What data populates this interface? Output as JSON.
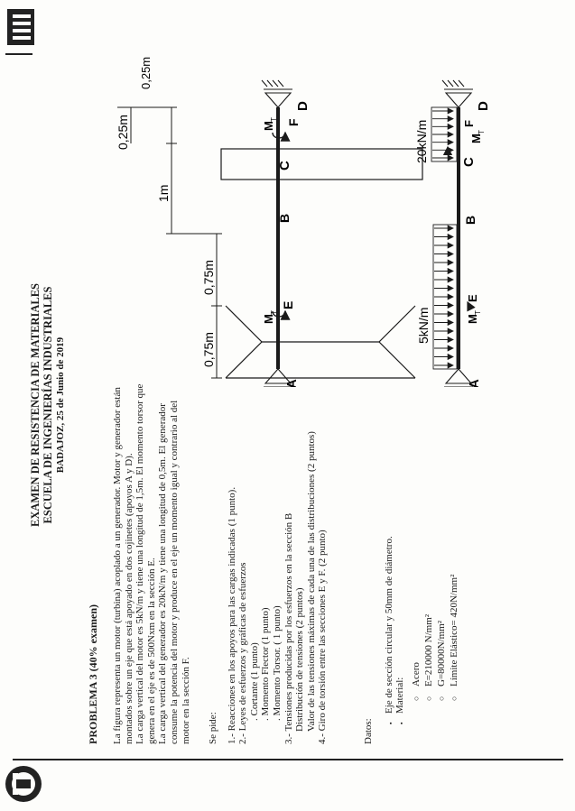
{
  "header": {
    "line1": "EXAMEN DE RESISTENCIA DE MATERIALES",
    "line2": "ESCUELA DE INGENIERÍAS INDUSTRIALES",
    "line3": "BADAJOZ, 25 de Junio de 2019"
  },
  "problem": {
    "title": "PROBLEMA 3 (40% examen)",
    "statement": [
      "La figura representa un motor (turbina) acoplado a un generador. Motor y generador están",
      "montados sobre un eje que está apoyado en dos cojinetes (apoyos A y D).",
      "La carga vertical del motor es 5kN/m y tiene una longitud de 1,5m. El momento torsor que",
      "genera en el eje es de 500Nxm en la sección E.",
      "La carga vertical del generador es 20kN/m y tiene una longitud de 0,5m. El generador",
      "consume la potencia del motor y produce en el eje un momento igual y contrario al del",
      "motor en la sección F."
    ],
    "asks_label": "Se pide:",
    "asks": [
      "1.- Reacciones en los apoyos para las cargas indicadas (1 punto).",
      "2.- Leyes de esfuerzos y gráficas de esfuerzos",
      ". Cortante  (1 punto)",
      ". Momento Flector (1 punto)",
      ". Momento Torsor. ( 1 punto)",
      "3.- Tensiones producidas por los esfuerzos en la sección B",
      "Distribución de tensiones (2 puntos)",
      "Valor de las tensiones máximas de cada una de las distribuciones (2 puntos)",
      "4.- Giro de torsión entre las secciones E y F. (2 punto)"
    ],
    "data_label": "Datos:",
    "data_items": [
      "Eje de sección circular y 50mm de diámetro.",
      "Material:"
    ],
    "material": [
      "Acero",
      "E=210000 N/mm²",
      "G=80000N/mm²",
      "Límite Elástico= 420N/mm²"
    ]
  },
  "diagram": {
    "top": {
      "dim_075_left": "0,75m",
      "dim_075_right": "0,75m",
      "dim_1m": "1m",
      "dim_025_a": "0,25m",
      "dim_025_b": "0,25m",
      "label_A": "A",
      "label_B": "B",
      "label_C": "C",
      "label_D": "D",
      "label_E": "E",
      "label_F": "F",
      "label_MT_E": "M",
      "label_MT_F": "M",
      "sub_T": "T"
    },
    "bottom": {
      "load_motor": "5kN/m",
      "load_generator": "20kN/m",
      "label_A": "A",
      "label_B": "B",
      "label_C": "C",
      "label_D": "D",
      "label_E": "E",
      "label_F": "F",
      "label_MT_E": "M",
      "label_MT_F": "M",
      "sub_T": "T"
    }
  },
  "colors": {
    "ink": "#1a1a1a",
    "paper": "#fdfdfb"
  }
}
